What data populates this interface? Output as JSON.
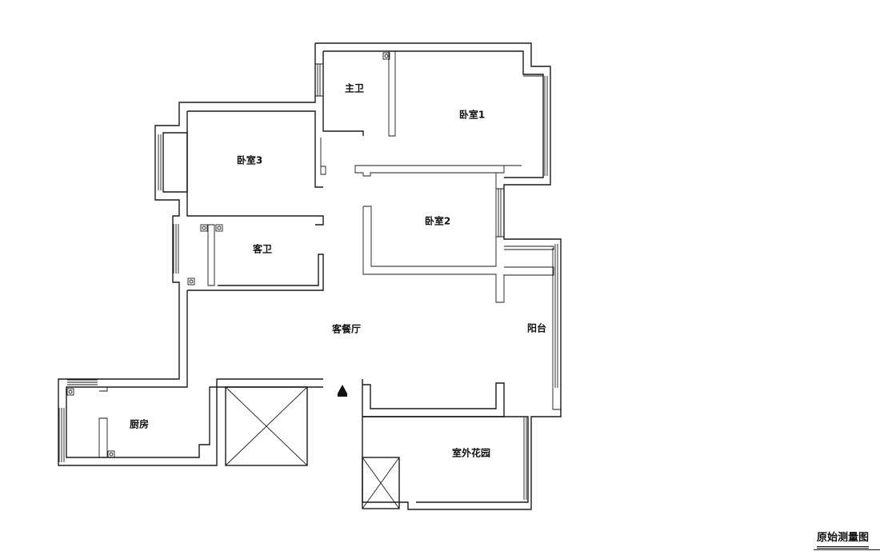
{
  "plan": {
    "title": "原始测量图",
    "rooms": {
      "master_bath": "主卫",
      "bedroom1": "卧室1",
      "bedroom2": "卧室2",
      "bedroom3": "卧室3",
      "guest_bath": "客卫",
      "living_dining": "客餐厅",
      "balcony": "阳台",
      "kitchen": "厨房",
      "garden": "室外花园"
    }
  }
}
